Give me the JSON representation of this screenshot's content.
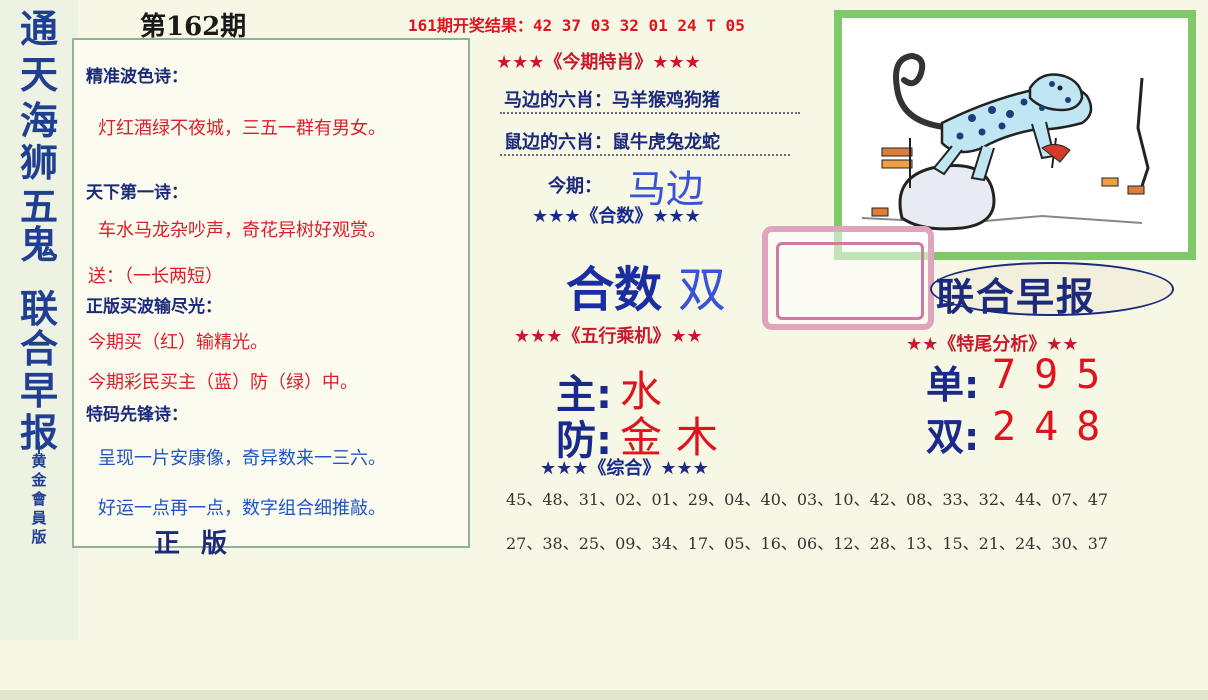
{
  "side_title": {
    "chars": [
      "通",
      "天",
      "海",
      "狮",
      "五",
      "鬼",
      "联",
      "合",
      "早",
      "报"
    ],
    "subtitle": "黄金會員版"
  },
  "issue": "第162期",
  "result_banner": "161期开奖结果：42 37 03 32 01 24 T 05",
  "left_panel": {
    "poem1_title": "精准波色诗：",
    "poem1_text": "灯红酒绿不夜城，三五一群有男女。",
    "poem2_title": "天下第一诗：",
    "poem2_text": "车水马龙杂吵声，奇花异树好观赏。",
    "gift": "送：（一长两短）",
    "wave_title": "正版买波输尽光：",
    "wave_line1": "今期买（红）输精光。",
    "wave_line2": "今期彩民买主（蓝）防（绿）中。",
    "special_title": "特码先锋诗：",
    "special_line1": "呈现一片安康像，奇异数来一三六。",
    "special_line2": "好运一点再一点，数字组合细推敲。",
    "footer": "正 版"
  },
  "zodiac": {
    "header": "★★★《今期特肖》★★★",
    "horse_side": "马边的六肖：马羊猴鸡狗猪",
    "rat_side": "鼠边的六肖：鼠牛虎兔龙蛇",
    "this_period_label": "今期：",
    "this_period_value": "马边"
  },
  "heshu": {
    "header": "★★★《合数》★★★",
    "label": "合数",
    "value": "双"
  },
  "wuxing": {
    "header": "★★★《五行乘机》★★",
    "main_label": "主:",
    "main_value": "水",
    "guard_label": "防:",
    "guard_value": "金木"
  },
  "zonghe": {
    "header": "★★★《综合》★★★",
    "row1": "45、48、31、02、01、29、04、40、03、10、42、08、33、32、44、07、47",
    "row2": "27、38、25、09、34、17、05、16、06、12、28、13、15、21、24、30、37"
  },
  "brand": "联合早报",
  "tail": {
    "header": "★★《特尾分析》★★",
    "odd_label": "单:",
    "odd_value": "795",
    "even_label": "双:",
    "even_value": "248"
  },
  "colors": {
    "title_blue": "#1f3f92",
    "accent_red": "#e0141e",
    "panel_border": "#8fb39a",
    "image_frame": "#7fc96a",
    "pink_frame": "#e0a4bd"
  },
  "image": {
    "icon": "leopard-illustration"
  }
}
